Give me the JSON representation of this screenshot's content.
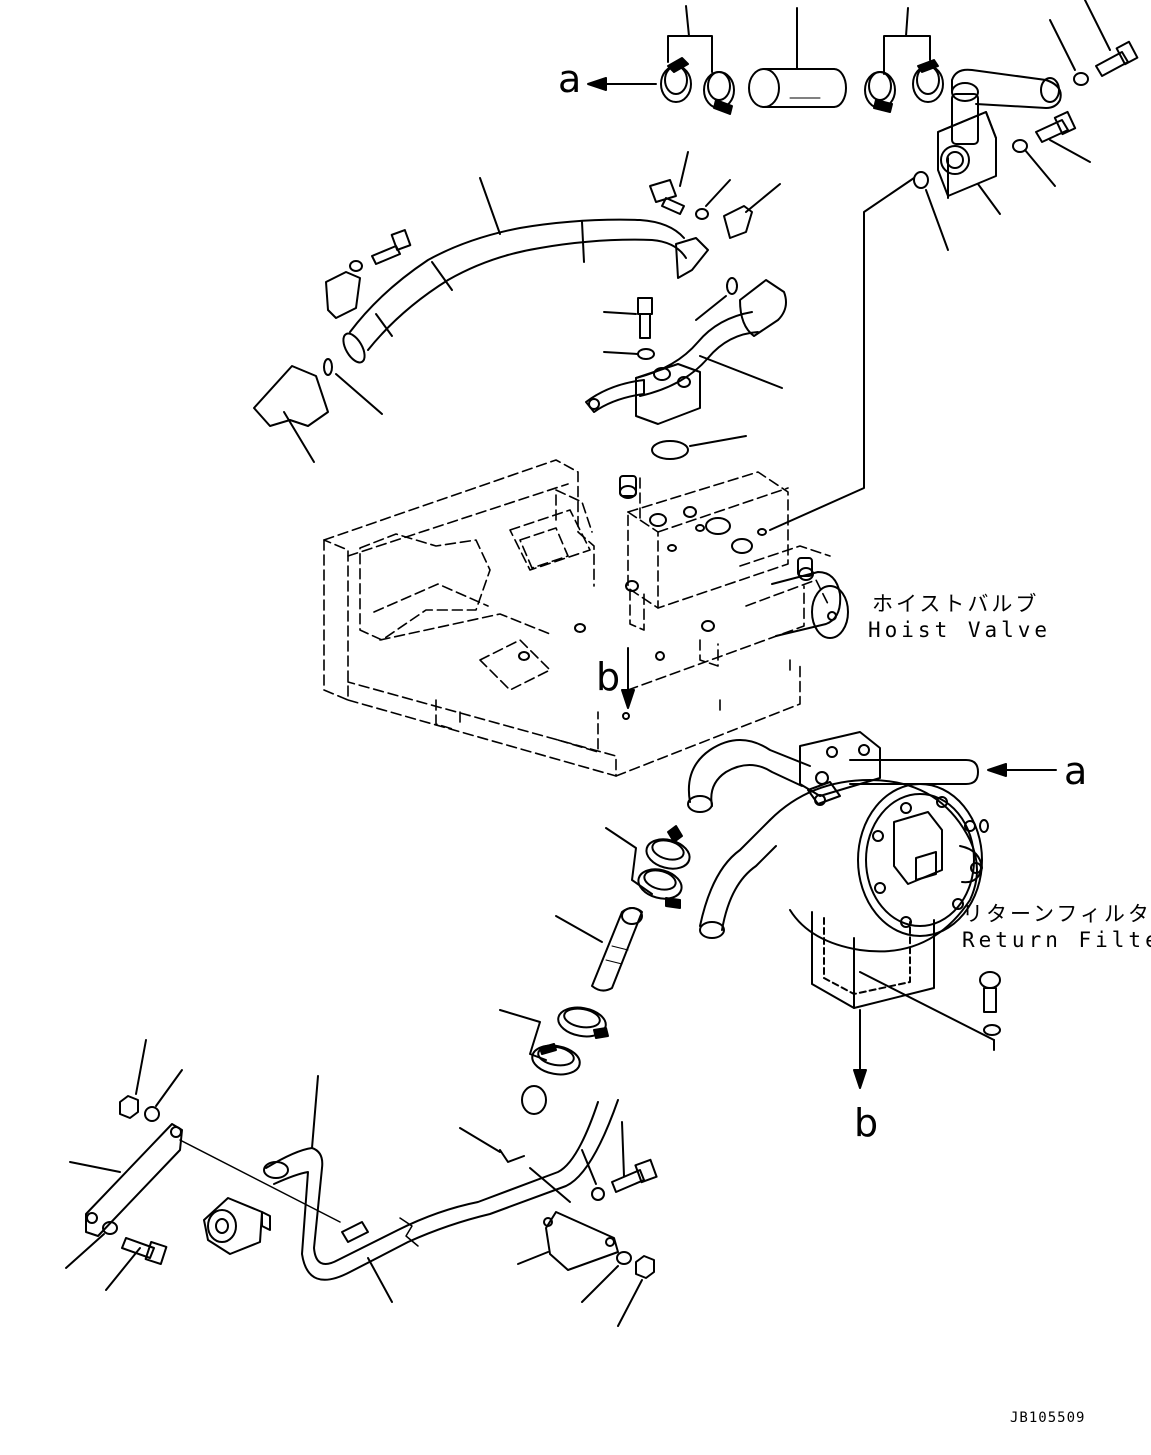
{
  "callouts": {
    "a_top": "a",
    "a_right": "a",
    "b_frame": "b",
    "b_filter": "b"
  },
  "hoist_valve": {
    "label_jp": "ホイストバルブ",
    "label_en": "Hoist Valve"
  },
  "return_filter": {
    "label_jp": "リターンフィルタ",
    "label_en": "Return Filter"
  },
  "drawing_code": "JB105509",
  "colors": {
    "line": "#000000",
    "background": "#ffffff"
  }
}
